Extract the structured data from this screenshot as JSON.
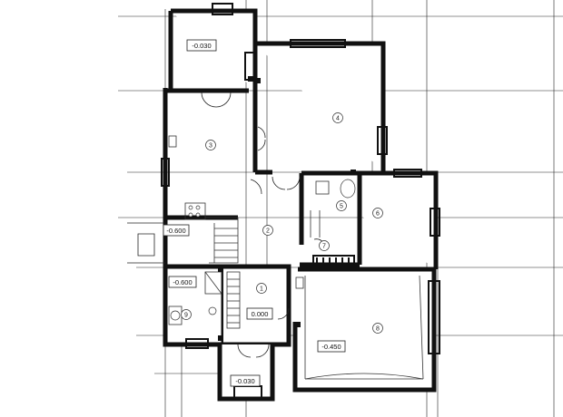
{
  "rooms": [
    {
      "id": "room-1",
      "number": "1"
    },
    {
      "id": "room-2",
      "number": "2"
    },
    {
      "id": "room-3",
      "number": "3"
    },
    {
      "id": "room-4",
      "number": "4"
    },
    {
      "id": "room-5",
      "number": "5"
    },
    {
      "id": "room-6",
      "number": "6"
    },
    {
      "id": "room-7",
      "number": "7"
    },
    {
      "id": "room-8",
      "number": "8"
    },
    {
      "id": "room-9",
      "number": "9"
    }
  ],
  "levels": [
    {
      "id": "level-top-porch",
      "value": "-0.030"
    },
    {
      "id": "level-stair-landing",
      "value": "-0.600"
    },
    {
      "id": "level-room-9",
      "value": "-0.600"
    },
    {
      "id": "level-room-1",
      "value": "0.000"
    },
    {
      "id": "level-room-8",
      "value": "-0.450"
    },
    {
      "id": "level-bottom-porch",
      "value": "-0.030"
    }
  ]
}
